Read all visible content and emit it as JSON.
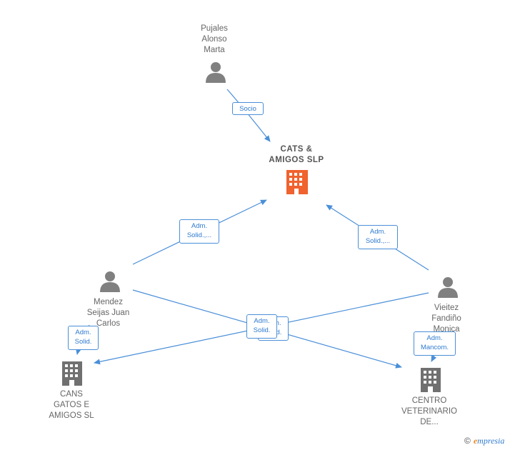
{
  "colors": {
    "edge": "#4a8fd8",
    "person_icon": "#808080",
    "company_icon": "#707070",
    "main_company_icon": "#f0622e"
  },
  "nodes": {
    "pujales": {
      "label": "Pujales\nAlonso\nMarta",
      "icon": "person-icon"
    },
    "cats": {
      "label": "CATS &\nAMIGOS  SLP",
      "icon": "building-icon"
    },
    "mendez": {
      "label": "Mendez\nSeijas Juan\nCarlos",
      "icon": "person-icon"
    },
    "vieitez": {
      "label": "Vieitez\nFandiño\nMonica",
      "icon": "person-icon"
    },
    "cans": {
      "label": "CANS\nGATOS E\nAMIGOS  SL",
      "icon": "building-icon"
    },
    "centro": {
      "label": "CENTRO\nVETERINARIO\nDE...",
      "icon": "building-icon"
    }
  },
  "edges": {
    "socio": "Socio",
    "mendez_cats": "Adm.\nSolid.,...",
    "vieitez_cats": "Adm.\nSolid.,...",
    "mendez_cans": "Adm.\nSolid.",
    "cross_back": "Adm.\nSolid.",
    "cross_front": "Adm.\nSolid.",
    "vieitez_centro": "Adm.\nMancom."
  },
  "footer": {
    "copyright_symbol": "©",
    "brand_first": "e",
    "brand_rest": "mpresia"
  }
}
